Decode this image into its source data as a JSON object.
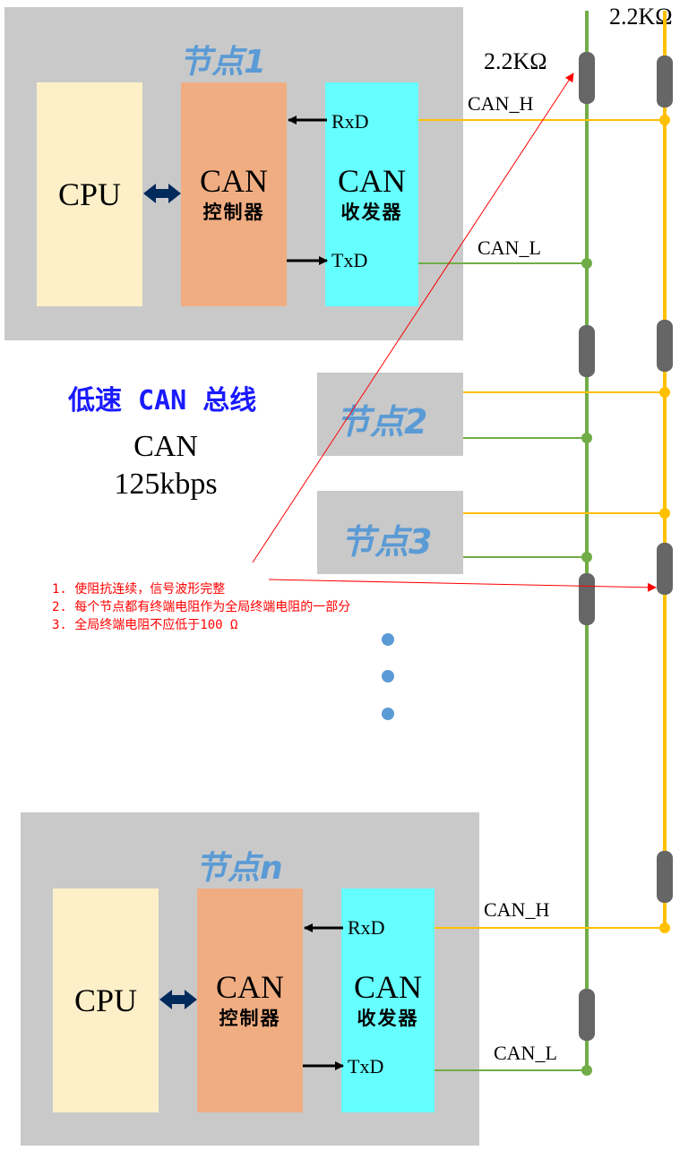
{
  "node1": {
    "title": "节点1",
    "cpu": "CPU",
    "ctrl_top": "CAN",
    "ctrl_bottom": "控制器",
    "xcvr_top": "CAN",
    "xcvr_bottom": "收发器",
    "rxd": "RxD",
    "txd": "TxD",
    "can_h": "CAN_H",
    "can_l": "CAN_L"
  },
  "node2": {
    "title": "节点2"
  },
  "node3": {
    "title": "节点3"
  },
  "noden": {
    "title": "节点n",
    "cpu": "CPU",
    "ctrl_top": "CAN",
    "ctrl_bottom": "控制器",
    "xcvr_top": "CAN",
    "xcvr_bottom": "收发器",
    "rxd": "RxD",
    "txd": "TxD",
    "can_h": "CAN_H",
    "can_l": "CAN_L"
  },
  "resistors": {
    "left_label": "2.2KΩ",
    "right_label": "2.2KΩ"
  },
  "bus": {
    "title": "低速 CAN 总线",
    "speed_line1": "CAN",
    "speed_line2": "125kbps"
  },
  "notes": [
    "1. 使阻抗连续，信号波形完整",
    "2. 每个节点都有终端电阻作为全局终端电阻的一部分",
    "3. 全局终端电阻不应低于100 Ω"
  ],
  "colors": {
    "can_h": "#ffc000",
    "can_l": "#70ad47",
    "resistor": "#666666",
    "annotation": "#ff0000",
    "node_bg": "#c9c9c9",
    "title_blue": "#5b9bd5"
  }
}
